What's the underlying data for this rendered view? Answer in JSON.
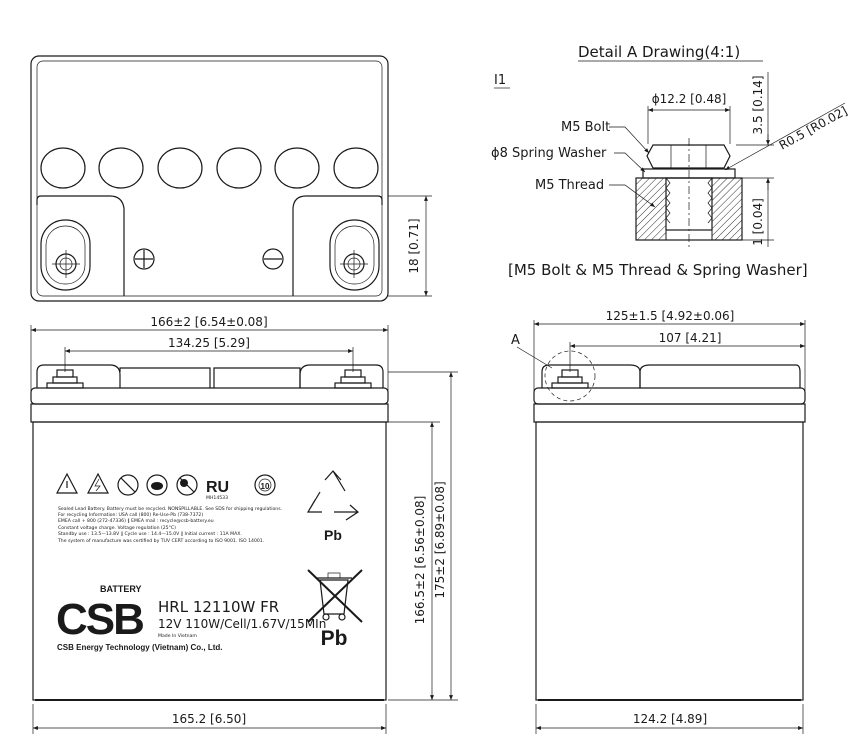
{
  "detail": {
    "title": "Detail A Drawing(4:1)",
    "marker": "I1",
    "dim_dia": "ϕ12.2 [0.48]",
    "dim_height": "3.5 [0.14]",
    "dim_radius": "R0.5 [R0.02]",
    "dim_thread": "1 [0.04]",
    "label_bolt": "M5 Bolt",
    "label_washer": "ϕ8 Spring Washer",
    "label_thread": "M5 Thread",
    "caption": "[M5 Bolt & M5 Thread & Spring Washer]"
  },
  "top_view": {
    "dim_height": "18 [0.71]"
  },
  "front_view": {
    "dim_top_width": "166±2 [6.54±0.08]",
    "dim_terminal_spacing": "134.25 [5.29]",
    "dim_bottom_width": "165.2 [6.50]",
    "dim_body_height": "166.5±2 [6.56±0.08]",
    "dim_total_height": "175±2 [6.89±0.08]"
  },
  "side_view": {
    "marker": "A",
    "dim_top_width": "125±1.5 [4.92±0.06]",
    "dim_terminal_offset": "107 [4.21]",
    "dim_bottom_width": "124.2 [4.89]"
  },
  "label": {
    "cert_number": "MH14533",
    "warning_lines": [
      "Sealed Lead Battery. Battery must be recycled. NONSPILLABLE. See SDS for shipping regulations.",
      "For recycling Information: USA call (800) Re-Use-Pb (738-7372)",
      "EMEA call + 800 (272-47336)  ‖  EMEA mail : recycle@csb-battery.eu",
      "Constant voltage charge. Voltage regulation (25°C)",
      "Standby use : 13.5—13.8V  ‖  Cycle use : 14.4—15.0V  ‖  Initial current : 11A MAX.",
      "The system of manufacture was certified by TUV CERT according to ISO 9001. ISO 14001."
    ],
    "brand_word": "BATTERY",
    "logo_letters": "CSB",
    "model": "HRL 12110W FR",
    "spec": "12V 110W/Cell/1.67V/15MIn",
    "origin": "Made In Vietnam",
    "company": "CSB Energy Technology (Vietnam) Co., Ltd.",
    "pb_recycle": "Pb",
    "pb_bin": "Pb"
  }
}
